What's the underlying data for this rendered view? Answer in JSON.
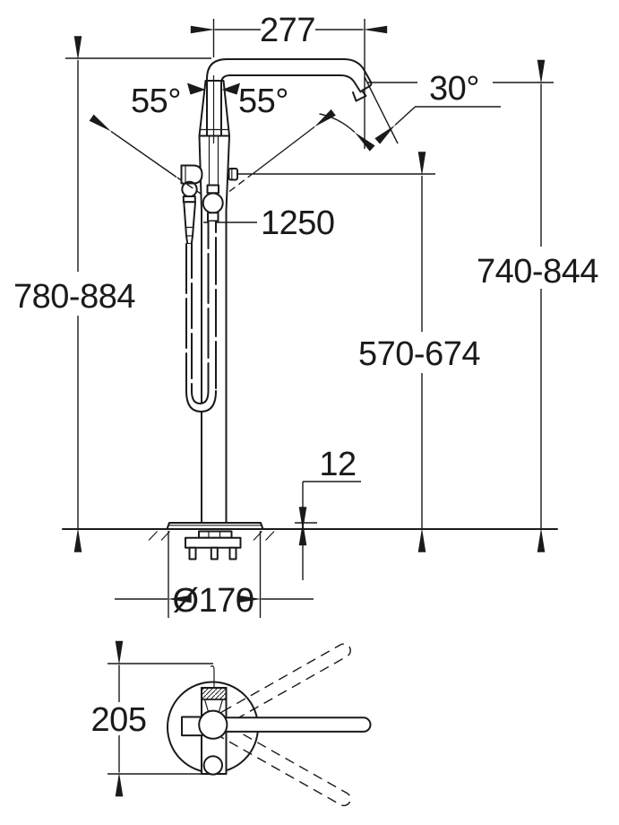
{
  "drawing": {
    "background_color": "#ffffff",
    "line_color": "#1a1a1a",
    "views": {
      "front": {
        "dimensions": {
          "spout_reach": "277",
          "handle_swing_left": "55°",
          "handle_swing_right": "55°",
          "spout_outlet_angle": "30°",
          "shower_hose_length": "1250",
          "overall_height_range": "780-884",
          "spout_height_range": "740-844",
          "hose_outlet_height_range": "570-674",
          "base_plate_height": "12",
          "base_plate_diameter": "Ø170"
        }
      },
      "top": {
        "dimensions": {
          "body_depth": "205"
        }
      }
    }
  }
}
